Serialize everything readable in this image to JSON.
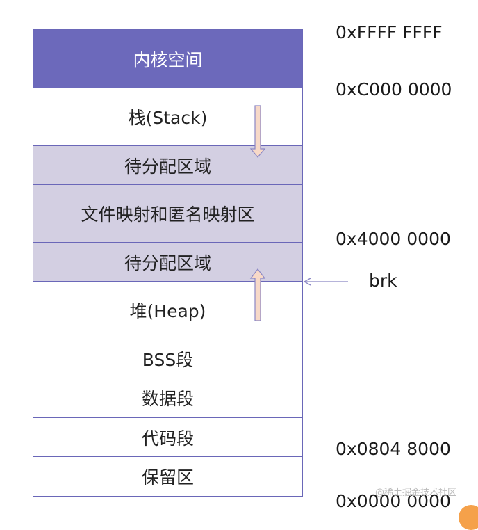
{
  "colors": {
    "kernel_fill": "#6c69bb",
    "free_fill": "#d3cfe2",
    "plain_fill": "#ffffff",
    "border": "#6a67b8",
    "arrow_fill": "#f7d9c8",
    "arrow_stroke": "#8a86c4"
  },
  "segments": [
    {
      "label": "内核空间",
      "kind": "kernel"
    },
    {
      "label": "栈(Stack)",
      "kind": "plain"
    },
    {
      "label": "待分配区域",
      "kind": "free"
    },
    {
      "label": "文件映射和匿名映射区",
      "kind": "free"
    },
    {
      "label": "待分配区域",
      "kind": "free"
    },
    {
      "label": "堆(Heap)",
      "kind": "plain"
    },
    {
      "label": "BSS段",
      "kind": "plain"
    },
    {
      "label": "数据段",
      "kind": "plain"
    },
    {
      "label": "代码段",
      "kind": "plain"
    },
    {
      "label": "保留区",
      "kind": "plain"
    }
  ],
  "addresses": [
    "0xFFFF FFFF",
    "0xC000 0000",
    "0x4000 0000",
    "0x0804 8000",
    "0x0000 0000"
  ],
  "brk_label": "brk",
  "watermark": "@稀土掘金技术社区"
}
